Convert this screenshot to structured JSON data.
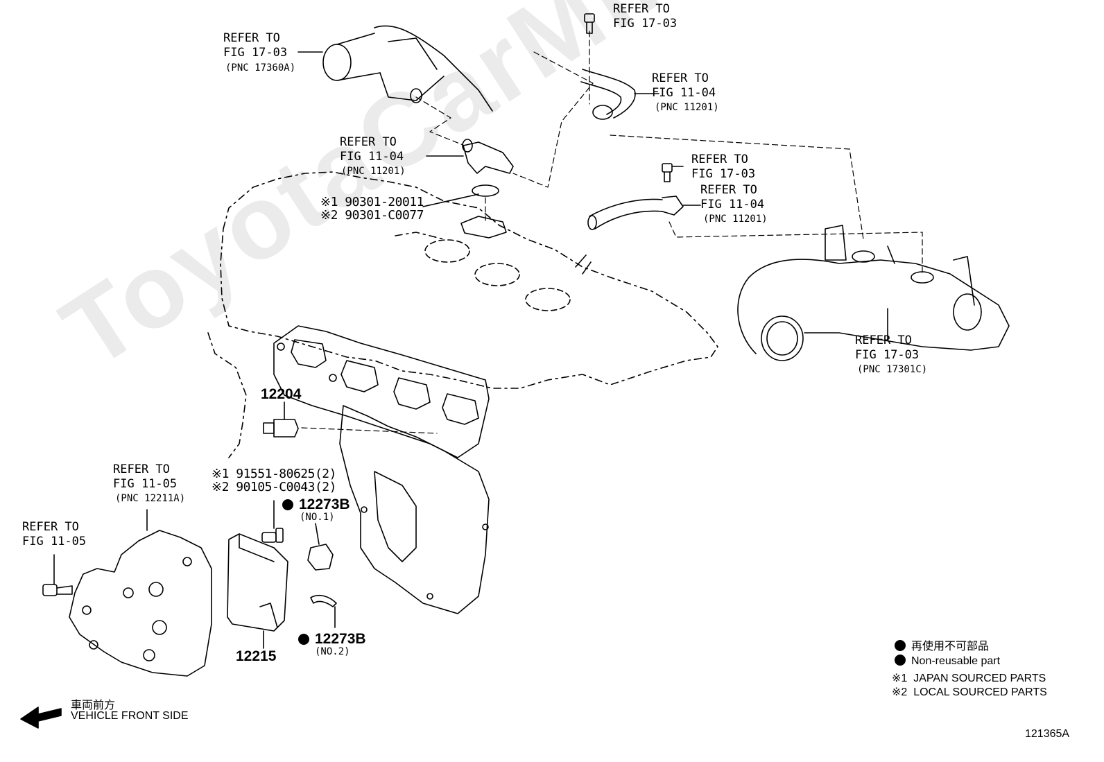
{
  "watermark": "ToyotaCarMine.ru",
  "refs": {
    "top_left": {
      "line1": "REFER TO",
      "line2": "FIG 17-03",
      "line3": "(PNC 17360A)"
    },
    "top_right_bolt": {
      "line1": "REFER TO",
      "line2": "FIG 17-03"
    },
    "top_right_hose": {
      "line1": "REFER TO",
      "line2": "FIG 11-04",
      "line3": "(PNC 11201)"
    },
    "mid_fitting": {
      "line1": "REFER TO",
      "line2": "FIG 11-04",
      "line3": "(PNC 11201)"
    },
    "mid_bolt": {
      "line1": "REFER TO",
      "line2": "FIG 17-03"
    },
    "mid_hose": {
      "line1": "REFER TO",
      "line2": "FIG 11-04",
      "line3": "(PNC 11201)"
    },
    "intake_pipe": {
      "line1": "REFER TO",
      "line2": "FIG 17-03",
      "line3": "(PNC 17301C)"
    },
    "cover_left": {
      "line1": "REFER TO",
      "line2": "FIG 11-05",
      "line3": "(PNC 12211A)"
    },
    "bolt_left": {
      "line1": "REFER TO",
      "line2": "FIG 11-05"
    }
  },
  "parts": {
    "oring_note1": "※1 90301-20011",
    "oring_note2": "※2 90301-C0077",
    "sensor": "12204",
    "bolt_note1": "※1 91551-80625(2)",
    "bolt_note2": "※2 90105-C0043(2)",
    "gasket1": "12273B",
    "gasket1_sub": "(NO.1)",
    "gasket2": "12273B",
    "gasket2_sub": "(NO.2)",
    "cover": "12215"
  },
  "legend": {
    "jp": "再使用不可部品",
    "en": "Non-reusable part",
    "note1": "※1  JAPAN SOURCED PARTS",
    "note2": "※2  LOCAL SOURCED PARTS"
  },
  "front": {
    "jp": "車両前方",
    "en": "VEHICLE FRONT SIDE"
  },
  "figure_id": "121365A"
}
